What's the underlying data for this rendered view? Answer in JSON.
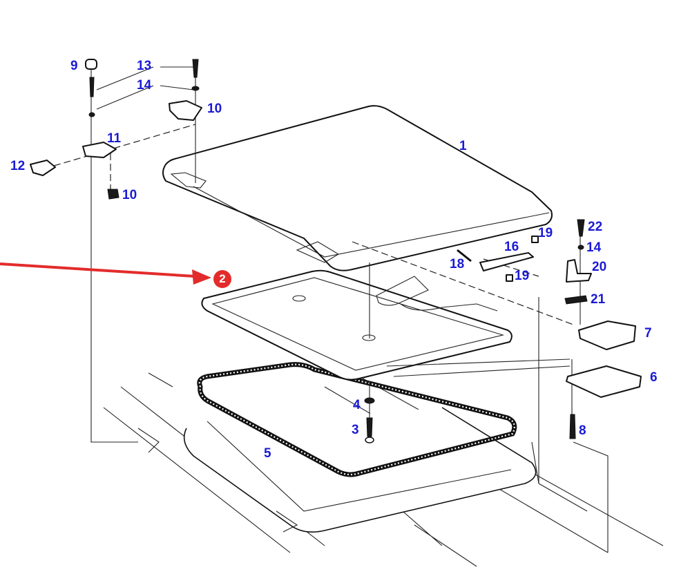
{
  "diagram": {
    "title": "Roof hatch / sunroof exploded parts view",
    "highlighted_part": {
      "label": "2",
      "accent_color": "#e32b2b"
    },
    "callout_color": "#1a1ad4",
    "callouts": [
      {
        "id": "c1",
        "label": "1",
        "part": "roof hatch panel"
      },
      {
        "id": "c3",
        "label": "3",
        "part": "screw"
      },
      {
        "id": "c4",
        "label": "4",
        "part": "washer"
      },
      {
        "id": "c5",
        "label": "5",
        "part": "seal"
      },
      {
        "id": "c6",
        "label": "6",
        "part": "handle bracket"
      },
      {
        "id": "c7",
        "label": "7",
        "part": "handle"
      },
      {
        "id": "c8",
        "label": "8",
        "part": "screw"
      },
      {
        "id": "c9",
        "label": "9",
        "part": "cap"
      },
      {
        "id": "c10a",
        "label": "10",
        "part": "latch"
      },
      {
        "id": "c10b",
        "label": "10",
        "part": "clip"
      },
      {
        "id": "c11",
        "label": "11",
        "part": "hinge"
      },
      {
        "id": "c12",
        "label": "12",
        "part": "hinge plate"
      },
      {
        "id": "c13",
        "label": "13",
        "part": "screw"
      },
      {
        "id": "c14a",
        "label": "14",
        "part": "washer"
      },
      {
        "id": "c14b",
        "label": "14",
        "part": "washer"
      },
      {
        "id": "c16",
        "label": "16",
        "part": "gas strut"
      },
      {
        "id": "c18",
        "label": "18",
        "part": "pin"
      },
      {
        "id": "c19a",
        "label": "19",
        "part": "clip"
      },
      {
        "id": "c19b",
        "label": "19",
        "part": "clip"
      },
      {
        "id": "c20",
        "label": "20",
        "part": "bracket"
      },
      {
        "id": "c21",
        "label": "21",
        "part": "plate"
      },
      {
        "id": "c22",
        "label": "22",
        "part": "screw"
      }
    ]
  }
}
